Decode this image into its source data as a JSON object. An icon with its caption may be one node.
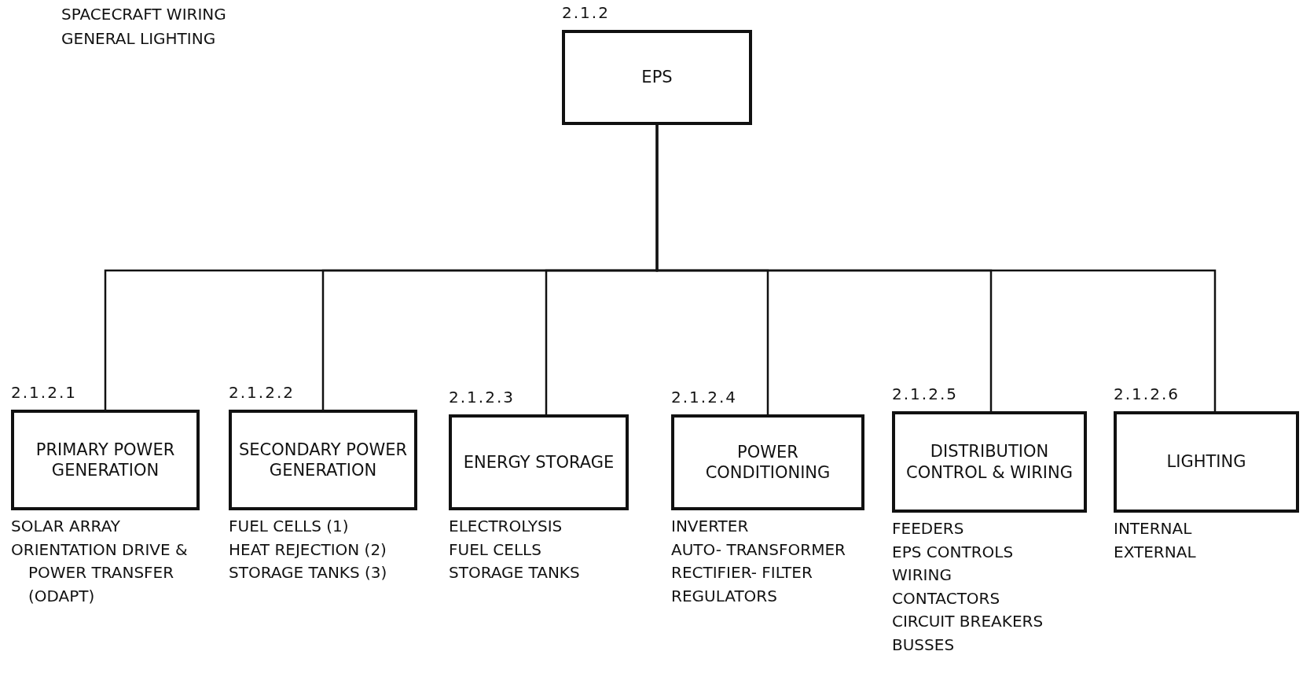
{
  "diagram": {
    "nodes": [
      {
        "text": [
          "EPS"
        ],
        "beside": [
          "2.1.2"
        ]
      },
      {
        "text": [
          "PRIMARY POWER GENERATION"
        ],
        "beside": [
          "2.1.2.1",
          "SOLAR ARRAY",
          "ORIENTATION DRIVE & POWER TRANSFER (ODAPT)"
        ]
      },
      {
        "text": [
          "SECONDARY POWER GENERATION"
        ],
        "beside": [
          "2.1.2.2",
          "FUEL CELLS (1)",
          "HEAT REJECTION (2)",
          "STORAGE TANKS (3)"
        ]
      },
      {
        "text": [
          "ENERGY STORAGE"
        ],
        "beside": [
          "2.1.2.3",
          "ELECTROLYSIS",
          "FUEL CELLS",
          "STORAGE TANKS"
        ]
      },
      {
        "text": [
          "POWER CONDITIONING"
        ],
        "beside": [
          "2.1.2.4",
          "INVERTER",
          "AUTO- TRANSFORMER",
          "RECTIFIER- FILTER",
          "REGULATORS"
        ]
      },
      {
        "text": [
          "DISTRIBUTION CONTROL & WIRING"
        ],
        "beside": [
          "2.1.2.5",
          "FEEDERS",
          "EPS CONTROLS",
          "WIRING",
          "CONTACTORS",
          "CIRCUIT BREAKERS",
          "BUSSES"
        ]
      },
      {
        "text": [
          "LIGHTING"
        ],
        "beside": [
          "2.1.2.6",
          "INTERNAL",
          "EXTERNAL"
        ]
      }
    ],
    "edges": [
      {
        "from": 0,
        "to": 1,
        "arrow": "none"
      },
      {
        "from": 0,
        "to": 2,
        "arrow": "none"
      },
      {
        "from": 0,
        "to": 3,
        "arrow": "none"
      },
      {
        "from": 0,
        "to": 4,
        "arrow": "none"
      },
      {
        "from": 0,
        "to": 5,
        "arrow": "none"
      },
      {
        "from": 0,
        "to": 6,
        "arrow": "none"
      }
    ],
    "labels": [
      "SPACECRAFT WIRING",
      "GENERAL LIGHTING"
    ]
  }
}
